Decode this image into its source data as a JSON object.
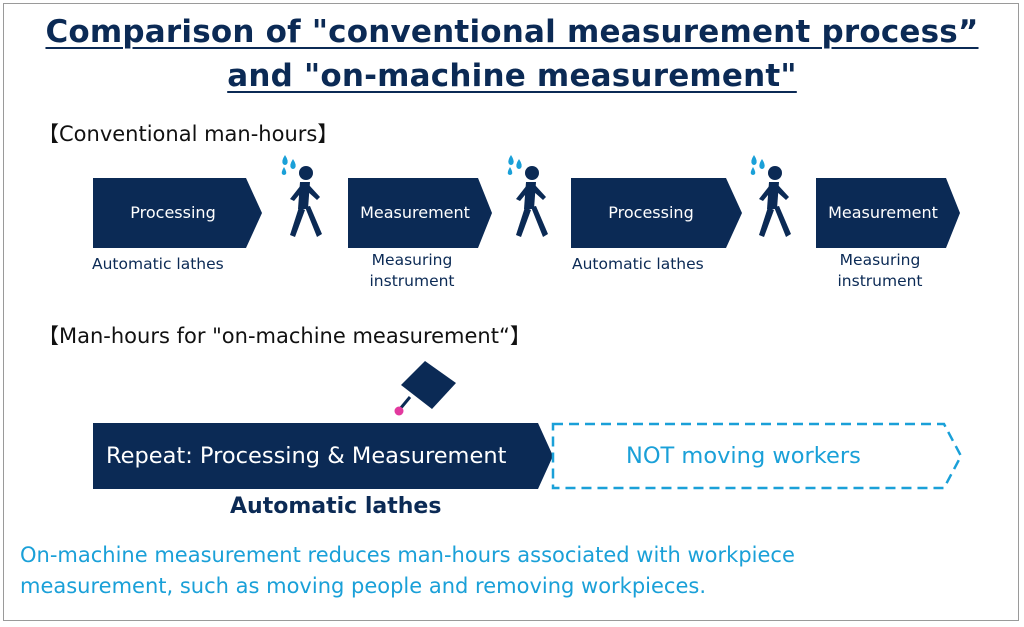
{
  "title_line1": "Comparison of \"conventional measurement process”",
  "title_line2": "and \"on-machine measurement\"",
  "conventional": {
    "heading": "【Conventional man-hours】",
    "steps": [
      {
        "label": "Processing",
        "sub": "Automatic lathes"
      },
      {
        "label": "Measurement",
        "sub_line1": "Measuring",
        "sub_line2": "instrument"
      },
      {
        "label": "Processing",
        "sub": "Automatic lathes"
      },
      {
        "label": "Measurement",
        "sub_line1": "Measuring",
        "sub_line2": "instrument"
      }
    ]
  },
  "onmachine": {
    "heading": "【Man-hours for \"on-machine measurement“】",
    "repeat_label": "Repeat: Processing & Measurement",
    "not_moving_label": "NOT moving workers",
    "machine_label": "Automatic lathes"
  },
  "footer_line1": "On-machine measurement reduces man-hours associated with workpiece",
  "footer_line2": "measurement, such as moving people and removing workpieces.",
  "colors": {
    "navy": "#0b2a55",
    "cyan": "#1aa0d8",
    "probe_tip": "#e2399e"
  },
  "icons": [
    "walking-worker-icon",
    "sweat-drops-icon",
    "measurement-probe-icon"
  ]
}
